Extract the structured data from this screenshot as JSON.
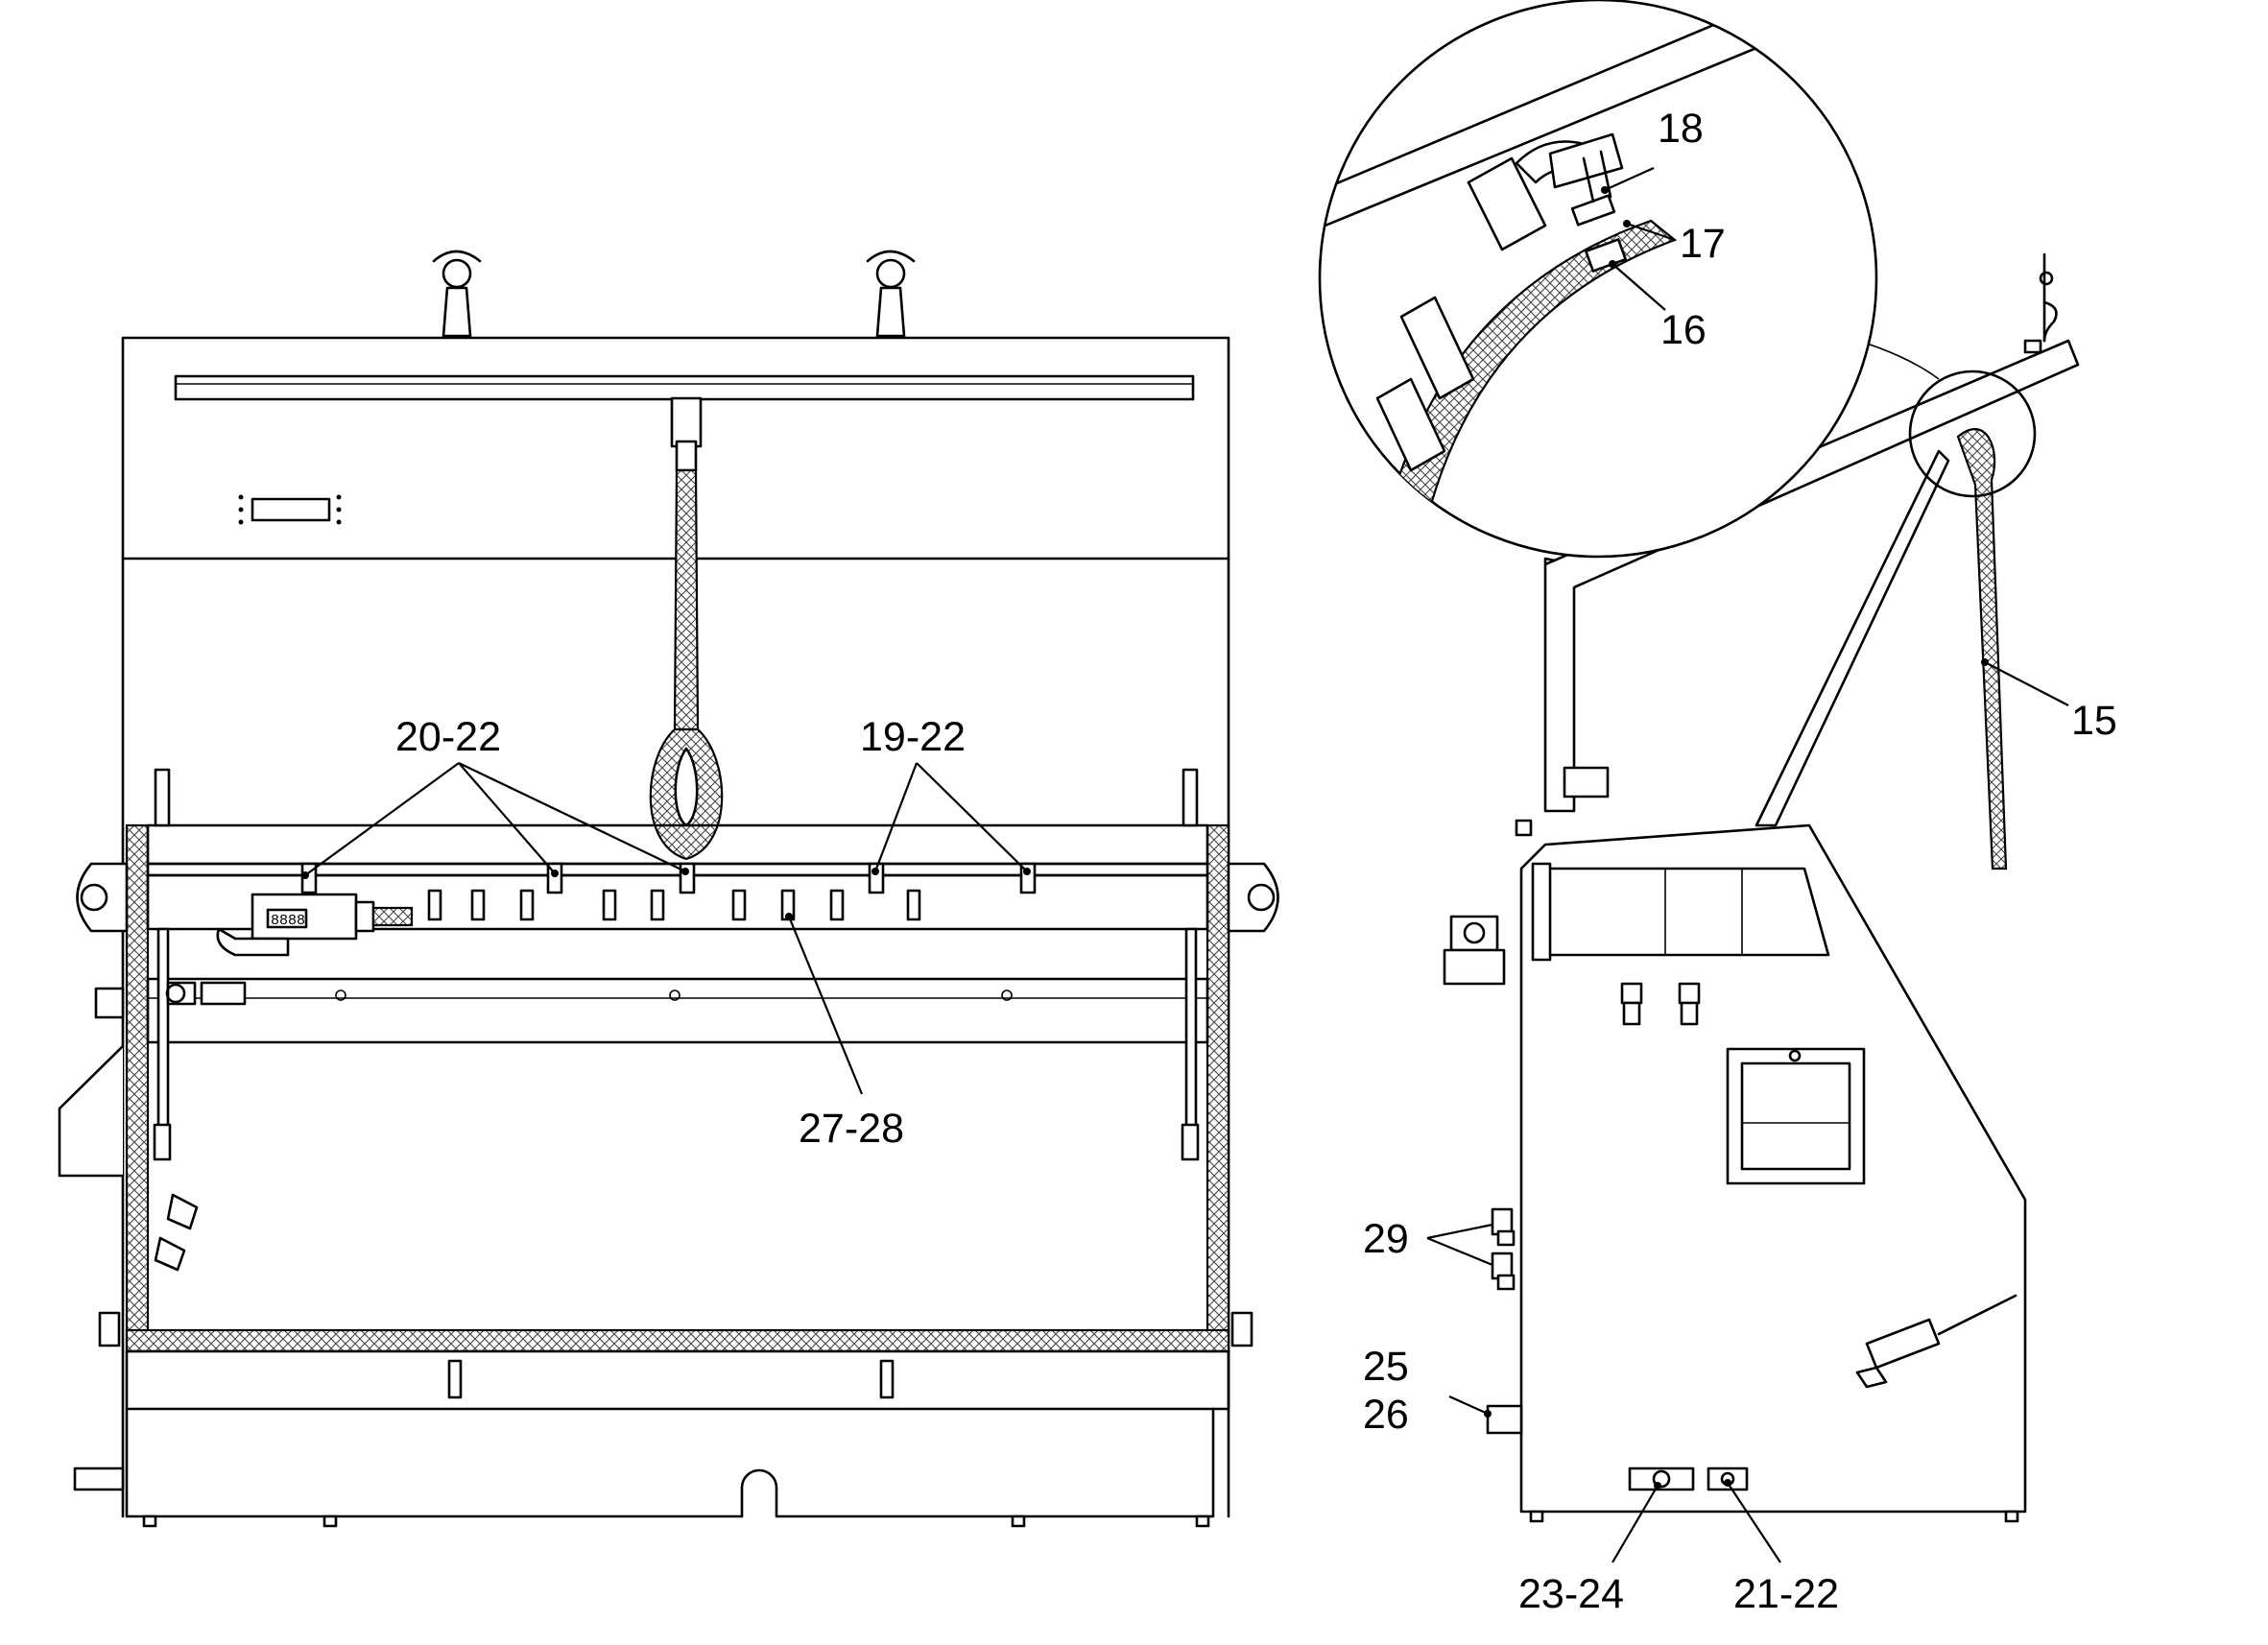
{
  "callouts": {
    "c15": "15",
    "c16": "16",
    "c17": "17",
    "c18": "18",
    "c19_22": "19-22",
    "c20_22": "20-22",
    "c21_22": "21-22",
    "c23_24": "23-24",
    "c25": "25",
    "c26": "26",
    "c27_28": "27-28",
    "c29": "29"
  },
  "panel": {
    "display_digits": "8888"
  }
}
